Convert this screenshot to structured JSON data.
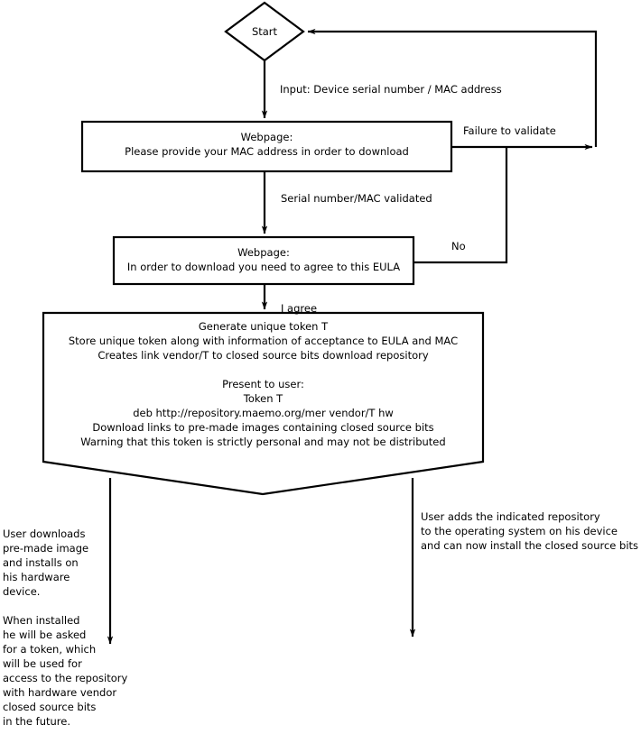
{
  "diagram": {
    "title": "Closed source bits download token flow",
    "type": "flowchart",
    "stroke_color": "#000000",
    "background_color": "#ffffff",
    "text_color": "#000000"
  },
  "nodes": {
    "start": {
      "shape": "diamond",
      "label": "Start"
    },
    "webpage_mac": {
      "shape": "rectangle",
      "label": "Webpage:\nPlease provide your MAC address in order to download"
    },
    "webpage_eula": {
      "shape": "rectangle",
      "label": "Webpage:\nIn order to download you need to agree to this EULA"
    },
    "token_process": {
      "shape": "pentagon-down",
      "label": "Generate unique token T\nStore unique token along with information of acceptance to EULA and MAC\nCreates link vendor/T to closed source bits download repository\n\nPresent to user:\nToken T\ndeb http://repository.maemo.org/mer vendor/T hw\nDownload links to pre-made images containing closed source bits\nWarning that this token is strictly personal and may not be distributed"
    }
  },
  "edge_labels": {
    "input": "Input: Device serial number / MAC address",
    "failure": "Failure to validate",
    "validated": "Serial number/MAC validated",
    "no": "No",
    "i_agree": "I agree"
  },
  "notes": {
    "left": "User downloads\npre-made image\nand installs on\nhis hardware\ndevice.\n\nWhen installed\nhe will be asked\nfor a token, which\nwill be used for\naccess to the repository\nwith hardware vendor\nclosed source bits\nin the future.",
    "right": "User adds the indicated repository\nto the operating system on his device\nand can now install the closed source bits"
  }
}
